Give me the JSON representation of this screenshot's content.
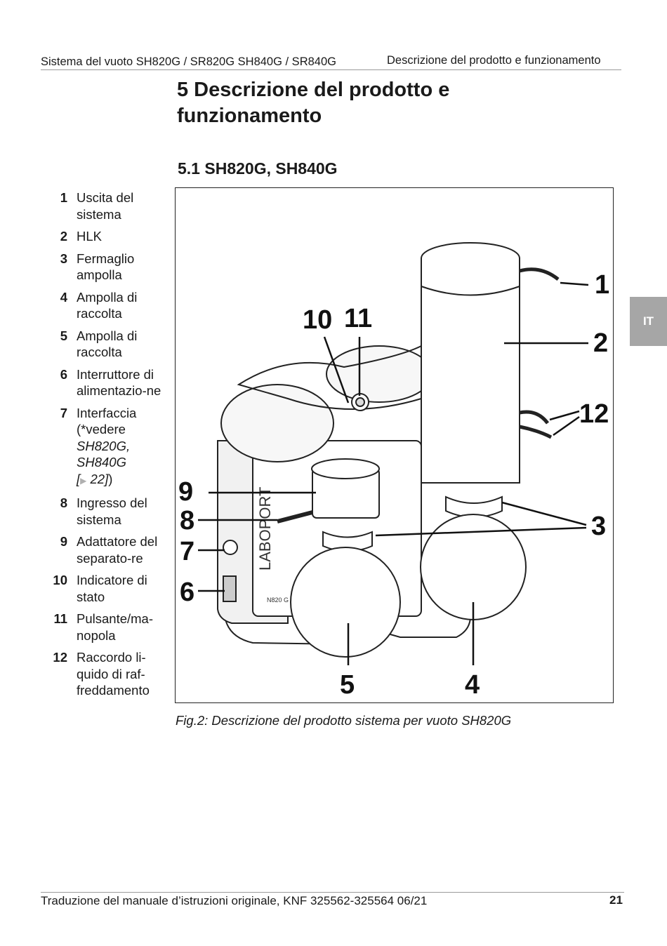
{
  "header": {
    "left": "Sistema del vuoto SH820G / SR820G SH840G / SR840G",
    "right": "Descrizione del prodotto e funzionamento"
  },
  "language_tab": "IT",
  "chapter_title": "5 Descrizione del prodotto e funzionamento",
  "section_title": "5.1 SH820G, SH840G",
  "legend": [
    {
      "num": "1",
      "text": "Uscita del sistema"
    },
    {
      "num": "2",
      "text": "HLK"
    },
    {
      "num": "3",
      "text": "Fermaglio ampolla"
    },
    {
      "num": "4",
      "text": "Ampolla di raccolta"
    },
    {
      "num": "5",
      "text": "Ampolla di raccolta"
    },
    {
      "num": "6",
      "text": "Interruttore di alimentazio-ne"
    },
    {
      "num": "7",
      "text": "Interfaccia (*vedere",
      "ref_italic": "SH820G, SH840G",
      "ref_open": "[",
      "ref_page": " 22]",
      "ref_close": ")"
    },
    {
      "num": "8",
      "text": "Ingresso del sistema"
    },
    {
      "num": "9",
      "text": "Adattatore del separato-re"
    },
    {
      "num": "10",
      "text": "Indicatore di stato"
    },
    {
      "num": "11",
      "text": "Pulsante/ma-nopola"
    },
    {
      "num": "12",
      "text": "Raccordo li-quido di raf-freddamento"
    }
  ],
  "figure": {
    "callouts": [
      "1",
      "2",
      "3",
      "4",
      "5",
      "6",
      "7",
      "8",
      "9",
      "10",
      "11",
      "12"
    ],
    "brand_text": "LABOPORT",
    "model_text": "N820 G"
  },
  "caption": "Fig.2: Descrizione del prodotto sistema per vuoto SH820G",
  "footer": {
    "left": "Traduzione del manuale d’istruzioni originale, KNF 325562-325564 06/21",
    "page_number": "21"
  }
}
